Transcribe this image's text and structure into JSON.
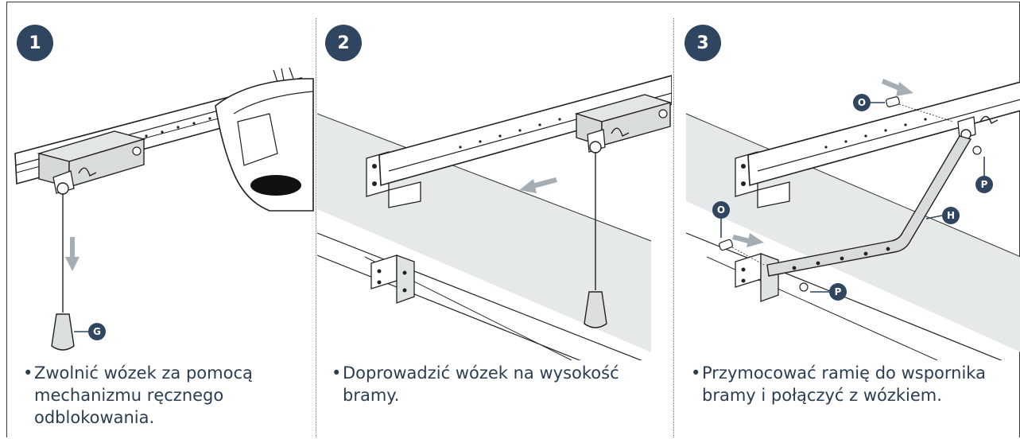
{
  "steps": [
    {
      "number": "1",
      "bullet": "•",
      "caption": "Zwolnić wózek za pomocą mechanizmu ręcznego odblokowania.",
      "callouts": [
        "G"
      ]
    },
    {
      "number": "2",
      "bullet": "•",
      "caption": "Doprowadzić wózek na wysokość bramy.",
      "callouts": []
    },
    {
      "number": "3",
      "bullet": "•",
      "caption": "Przymocować ramię do wspornika bramy i połączyć z wózkiem.",
      "callouts": [
        "O",
        "P",
        "H",
        "O",
        "P"
      ]
    }
  ],
  "colors": {
    "badge": "#2f4560",
    "arrow": "#a5aeb5",
    "gate": "#e6e9ea",
    "metal": "#d9dcdd"
  }
}
